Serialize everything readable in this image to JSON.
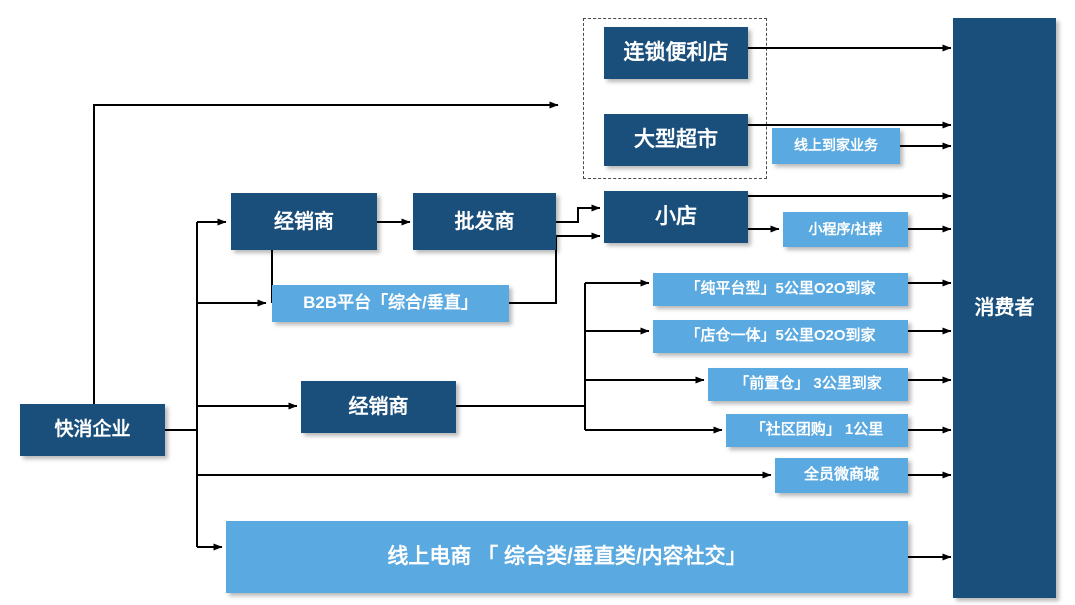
{
  "diagram": {
    "title_text": "",
    "colors": {
      "dark_blue": "#1B4F7B",
      "light_blue": "#5AA9E0",
      "line": "#000000",
      "dashed_border": "#4A4A4A",
      "text": "#FFFFFF"
    }
  },
  "nodes": {
    "fmcg_enterprise": "快消企业",
    "chain_convenience_store": "连锁便利店",
    "large_supermarket": "大型超市",
    "online_to_home_business": "线上到家业务",
    "distributor_top": "经销商",
    "wholesaler": "批发商",
    "small_store": "小店",
    "miniprogram_community": "小程序/社群",
    "b2b_platform": "B2B平台「综合/垂直」",
    "pure_platform_o2o": "「纯平台型」5公里O2O到家",
    "store_warehouse_o2o": "「店仓一体」5公里O2O到家",
    "front_warehouse": "「前置仓」 3公里到家",
    "community_group_buy": "「社区团购」 1公里",
    "distributor_second": "经销商",
    "all_staff_micro_mall": "全员微商城",
    "online_ecommerce": "线上电商 「 综合类/垂直类/内容社交」",
    "consumer": "消费者"
  }
}
